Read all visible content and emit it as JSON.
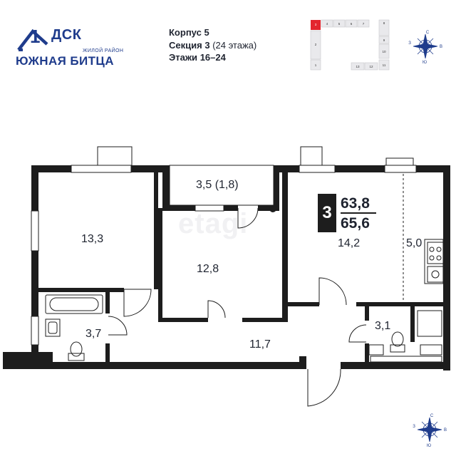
{
  "brand": {
    "logo_mark": "1",
    "logo_text": "ДСК",
    "district_label": "ЖИЛОЙ РАЙОН",
    "district_name": "ЮЖНАЯ БИТЦА"
  },
  "building": {
    "korpus_label": "Корпус",
    "korpus_value": "5",
    "section_label": "Секция",
    "section_value": "3",
    "section_floors": "(24 этажа)",
    "floors_label": "Этажи",
    "floors_value": "16–24"
  },
  "section_scheme": {
    "sections": [
      "1",
      "2",
      "3",
      "4",
      "5",
      "6",
      "7",
      "8",
      "9",
      "10",
      "11",
      "12",
      "13"
    ],
    "highlighted": "3",
    "highlight_color": "#e3262f"
  },
  "compass": {
    "letters": [
      "С",
      "В",
      "Ю",
      "З"
    ]
  },
  "apartment": {
    "rooms": "3",
    "total_area": "63,8",
    "living_area": "65,6"
  },
  "room_areas": {
    "room_left": "13,3",
    "balcony": "3,5 (1,8)",
    "room_middle": "12,8",
    "room_right": "14,2",
    "kitchen": "5,0",
    "bath_left": "3,7",
    "corridor": "11,7",
    "bath_right": "3,1"
  },
  "watermark": "etagi",
  "colors": {
    "brand": "#1f3c8c",
    "wall": "#1d1d1d",
    "accent": "#e3262f"
  }
}
